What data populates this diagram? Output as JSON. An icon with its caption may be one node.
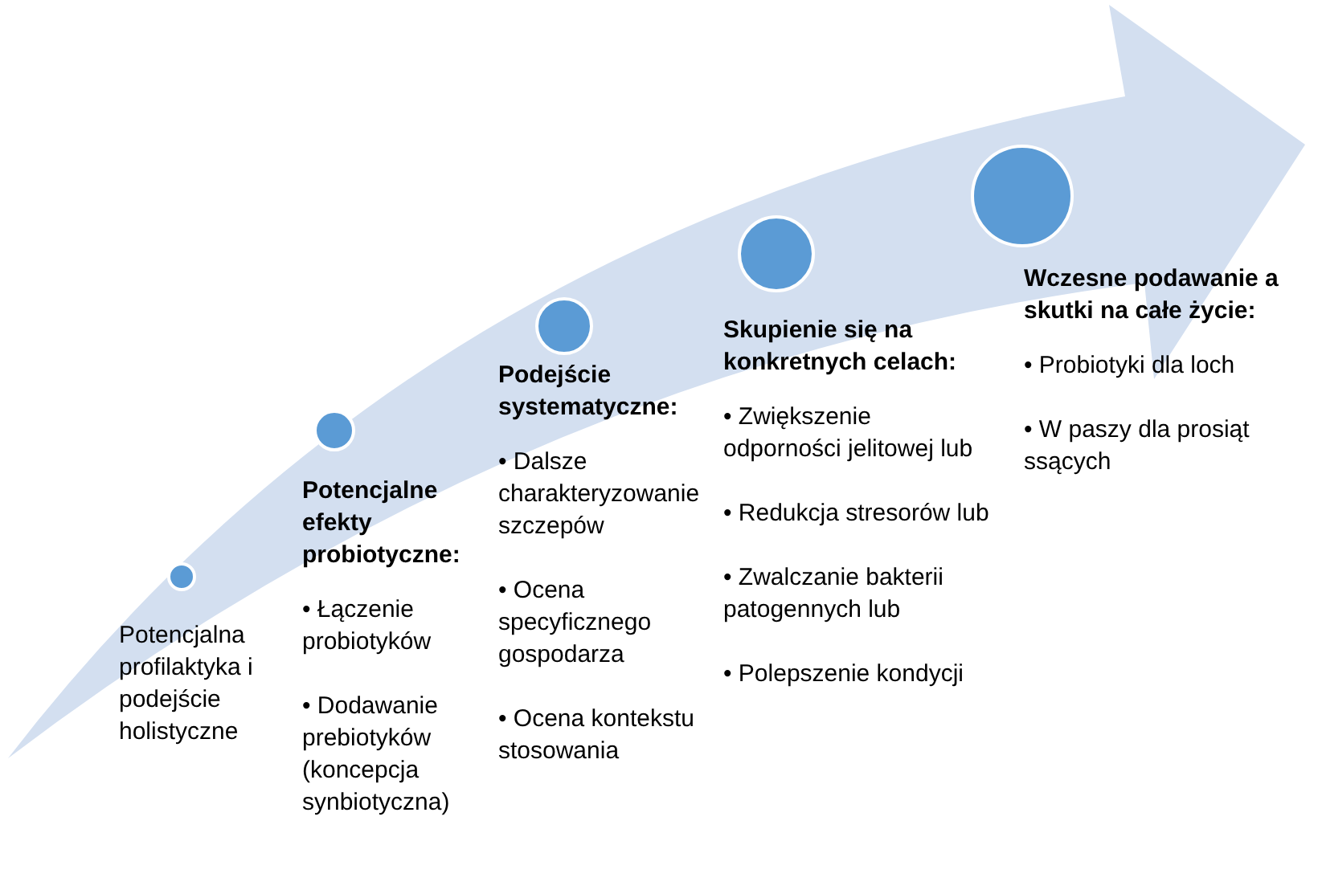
{
  "diagram": {
    "nodes": [
      {
        "text": [],
        "shape": "circle",
        "beside": [
          "Potencjalna profilaktyka i podejście holistyczne"
        ]
      },
      {
        "text": [],
        "shape": "circle",
        "beside": [
          "Potencjalne efekty probiotyczne:",
          "• Łączenie probiotyków",
          "• Dodawanie prebiotyków (koncepcja synbiotyczna)"
        ]
      },
      {
        "text": [],
        "shape": "circle",
        "beside": [
          "Podejście systematyczne:",
          "• Dalsze charakteryzowanie szczepów",
          "• Ocena specyficznego gospodarza",
          "• Ocena kontekstu stosowania"
        ]
      },
      {
        "text": [],
        "shape": "circle",
        "beside": [
          "Skupienie się na konkretnych celach:",
          "• Zwiększenie odporności jelitowej lub",
          "• Redukcja stresorów lub",
          "• Zwalczanie bakterii patogennych lub",
          "• Polepszenie kondycji"
        ]
      },
      {
        "text": [],
        "shape": "circle",
        "beside": [
          "Wczesne podawanie a skutki na całe życie:",
          "• Probiotyki dla loch",
          "• W paszy dla prosiąt ssących"
        ]
      }
    ]
  }
}
